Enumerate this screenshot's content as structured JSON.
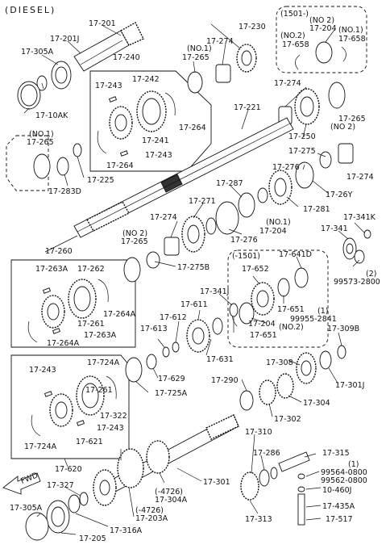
{
  "header": {
    "variant": "(DIESEL)"
  },
  "labels": [
    {
      "id": "l17201",
      "text": "17-201"
    },
    {
      "id": "l17201J",
      "text": "17-201J"
    },
    {
      "id": "l17305A",
      "text": "17-305A"
    },
    {
      "id": "l17240",
      "text": "17-240"
    },
    {
      "id": "l1710AK",
      "text": "17-10AK"
    },
    {
      "id": "l17243a",
      "text": "17-243"
    },
    {
      "id": "l17242",
      "text": "17-242"
    },
    {
      "id": "l17241",
      "text": "17-241"
    },
    {
      "id": "l17243b",
      "text": "17-243"
    },
    {
      "id": "l17264a",
      "text": "17-264"
    },
    {
      "id": "l17264b",
      "text": "17-264"
    },
    {
      "id": "l17230",
      "text": "17-230"
    },
    {
      "id": "l17274a",
      "text": "17-274"
    },
    {
      "id": "lno1a",
      "text": "(NO.1)"
    },
    {
      "id": "l17265a",
      "text": "17-265"
    },
    {
      "id": "l1501a",
      "text": "(1501-)"
    },
    {
      "id": "lno2a",
      "text": "(NO 2)"
    },
    {
      "id": "l17204a",
      "text": "17-204"
    },
    {
      "id": "lno2b",
      "text": "(NO.2)"
    },
    {
      "id": "lno1b",
      "text": "(NO.1)"
    },
    {
      "id": "l17658a",
      "text": "17-658"
    },
    {
      "id": "l17658b",
      "text": "17-658"
    },
    {
      "id": "l17274b",
      "text": "17-274"
    },
    {
      "id": "l17221",
      "text": "17-221"
    },
    {
      "id": "l17265b",
      "text": "17-265"
    },
    {
      "id": "lno2c",
      "text": "(NO 2)"
    },
    {
      "id": "l17250",
      "text": "17-250"
    },
    {
      "id": "lno1c",
      "text": "(NO.1)"
    },
    {
      "id": "l17265c",
      "text": "17-265"
    },
    {
      "id": "l17283D",
      "text": "17-283D"
    },
    {
      "id": "l17225",
      "text": "17-225"
    },
    {
      "id": "l17275",
      "text": "17-275"
    },
    {
      "id": "l17274c",
      "text": "17-274"
    },
    {
      "id": "l17276a",
      "text": "17-276"
    },
    {
      "id": "l1726Y",
      "text": "17-26Y"
    },
    {
      "id": "l17287",
      "text": "17-287"
    },
    {
      "id": "l17271",
      "text": "17-271"
    },
    {
      "id": "l17281",
      "text": "17-281"
    },
    {
      "id": "l17274d",
      "text": "17-274"
    },
    {
      "id": "lno1d",
      "text": "(NO.1)"
    },
    {
      "id": "l17204b",
      "text": "17-204"
    },
    {
      "id": "l17276b",
      "text": "17-276"
    },
    {
      "id": "l17341K",
      "text": "17-341K"
    },
    {
      "id": "lno2d",
      "text": "(NO 2)"
    },
    {
      "id": "l17265d",
      "text": "17-265"
    },
    {
      "id": "l17341",
      "text": "17-341"
    },
    {
      "id": "l17260",
      "text": "17-260"
    },
    {
      "id": "l17275B",
      "text": "17-275B"
    },
    {
      "id": "l1501b",
      "text": "(-1501)"
    },
    {
      "id": "l17641D",
      "text": "17-641D"
    },
    {
      "id": "l2a",
      "text": "(2)"
    },
    {
      "id": "l99573",
      "text": "99573-2800"
    },
    {
      "id": "l17263Aa",
      "text": "17-263A"
    },
    {
      "id": "l17262",
      "text": "17-262"
    },
    {
      "id": "l17652",
      "text": "17-652"
    },
    {
      "id": "l17341J",
      "text": "17-341J"
    },
    {
      "id": "l17261",
      "text": "17-261"
    },
    {
      "id": "l17264Aa",
      "text": "17-264A"
    },
    {
      "id": "l17651a",
      "text": "17-651"
    },
    {
      "id": "l1a",
      "text": "(1)"
    },
    {
      "id": "l99955",
      "text": "99955-2841"
    },
    {
      "id": "l17263Ab",
      "text": "17-263A"
    },
    {
      "id": "l17611",
      "text": "17-611"
    },
    {
      "id": "l17612",
      "text": "17-612"
    },
    {
      "id": "l17613",
      "text": "17-613"
    },
    {
      "id": "l17204c",
      "text": "17-204"
    },
    {
      "id": "lno2e",
      "text": "(NO.2)"
    },
    {
      "id": "l17651b",
      "text": "17-651"
    },
    {
      "id": "l17309B",
      "text": "17-309B"
    },
    {
      "id": "l17264Ab",
      "text": "17-264A"
    },
    {
      "id": "l17631",
      "text": "17-631"
    },
    {
      "id": "l17724Aa",
      "text": "17-724A"
    },
    {
      "id": "l17243c",
      "text": "17-243"
    },
    {
      "id": "l17629",
      "text": "17-629"
    },
    {
      "id": "l17725A",
      "text": "17-725A"
    },
    {
      "id": "l17308",
      "text": "17-308"
    },
    {
      "id": "l17301J",
      "text": "17-301J"
    },
    {
      "id": "l17261b",
      "text": "17-261"
    },
    {
      "id": "l17290",
      "text": "17-290"
    },
    {
      "id": "l17304",
      "text": "17-304"
    },
    {
      "id": "l17322",
      "text": "17-322"
    },
    {
      "id": "l17243d",
      "text": "17-243"
    },
    {
      "id": "l17621",
      "text": "17-621"
    },
    {
      "id": "l17302",
      "text": "17-302"
    },
    {
      "id": "l17724Ab",
      "text": "17-724A"
    },
    {
      "id": "l17310",
      "text": "17-310"
    },
    {
      "id": "l17620",
      "text": "17-620"
    },
    {
      "id": "l17286",
      "text": "17-286"
    },
    {
      "id": "l17315",
      "text": "17-315"
    },
    {
      "id": "l1b",
      "text": "(1)"
    },
    {
      "id": "l99564",
      "text": "99564-0800"
    },
    {
      "id": "l99562",
      "text": "99562-0800"
    },
    {
      "id": "l17327",
      "text": "17-327"
    },
    {
      "id": "l4726a",
      "text": "(-4726)"
    },
    {
      "id": "l17301",
      "text": "17-301"
    },
    {
      "id": "l17304A",
      "text": "17-304A"
    },
    {
      "id": "l10460J",
      "text": "10-460J"
    },
    {
      "id": "l17305Ab",
      "text": "17-305A"
    },
    {
      "id": "l4726b",
      "text": "(-4726)"
    },
    {
      "id": "l17203A",
      "text": "17-203A"
    },
    {
      "id": "l17435A",
      "text": "17-435A"
    },
    {
      "id": "l17313",
      "text": "17-313"
    },
    {
      "id": "l17316A",
      "text": "17-316A"
    },
    {
      "id": "l17517",
      "text": "17-517"
    },
    {
      "id": "l17205",
      "text": "17-205"
    }
  ],
  "icons": {
    "front_arrow": "FWD"
  }
}
